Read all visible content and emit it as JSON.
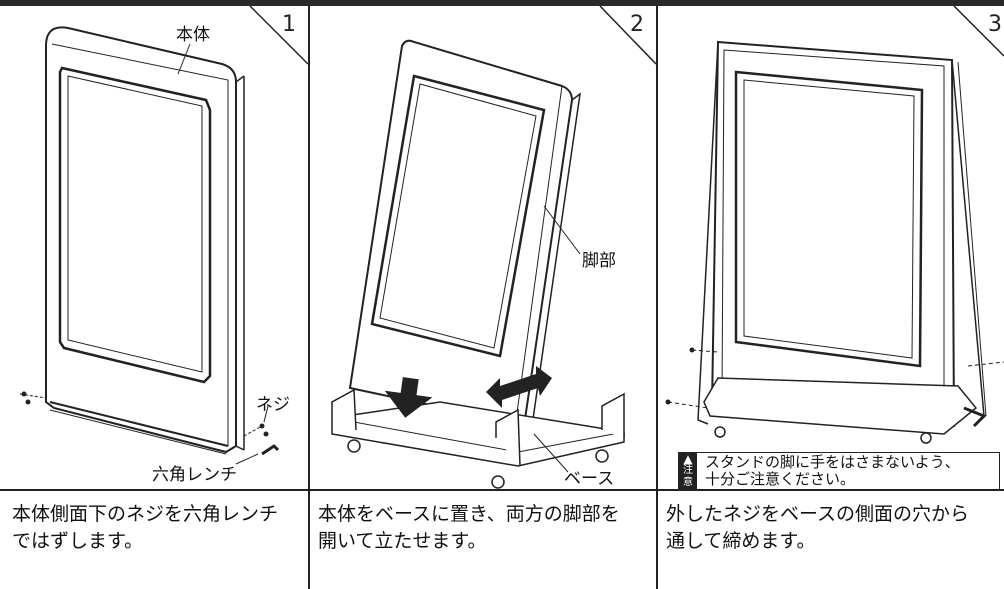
{
  "steps": [
    {
      "number": "1",
      "labels": {
        "body": "本体",
        "screw": "ネジ",
        "wrench": "六角レンチ"
      },
      "caption_line1": "本体側面下のネジを六角レンチ",
      "caption_line2": "ではずします。"
    },
    {
      "number": "2",
      "labels": {
        "leg": "脚部",
        "base": "ベース"
      },
      "caption_line1": "本体をベースに置き、両方の脚部を",
      "caption_line2": "開いて立たせます。"
    },
    {
      "number": "3",
      "notice": {
        "badge_top": "▲",
        "badge_bottom": "注意",
        "line1": "スタンドの脚に手をはさまないよう、",
        "line2": "十分ご注意ください。"
      },
      "caption_line1": "外したネジをベースの側面の穴から",
      "caption_line2": "通して締めます。"
    }
  ]
}
